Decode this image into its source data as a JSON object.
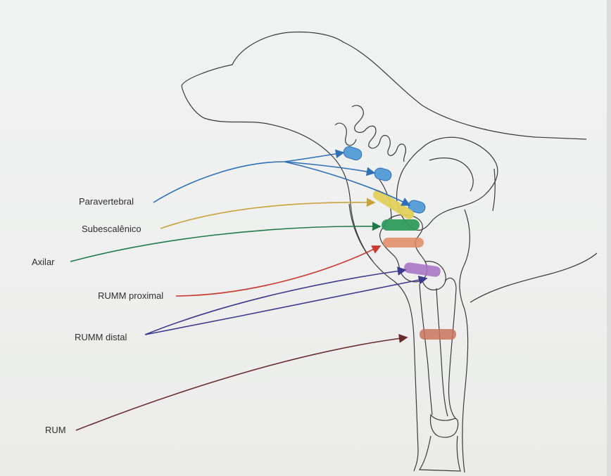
{
  "labels": {
    "paravertebral": "Paravertebral",
    "subescalenico": "Subescalênico",
    "axilar": "Axilar",
    "rumm_proximal": "RUMM proximal",
    "rumm_distal": "RUMM distal",
    "rum": "RUM"
  },
  "colors": {
    "paravertebral": "#2e6fb7",
    "subescalenico": "#c9a33a",
    "axilar": "#1f7a4a",
    "rumm_proximal": "#c9392f",
    "rumm_distal": "#3b3a8c",
    "rum": "#6b2a2a",
    "anatomy": "#3a3a3a"
  },
  "marker_colors": {
    "paravertebral": "#5a9fd8",
    "subescalenico": "#e2cf5a",
    "axilar": "#2f9a5a",
    "rumm_proximal": "#e08a62",
    "rumm_distal": "#a875c4",
    "rum": "#c8745a"
  }
}
